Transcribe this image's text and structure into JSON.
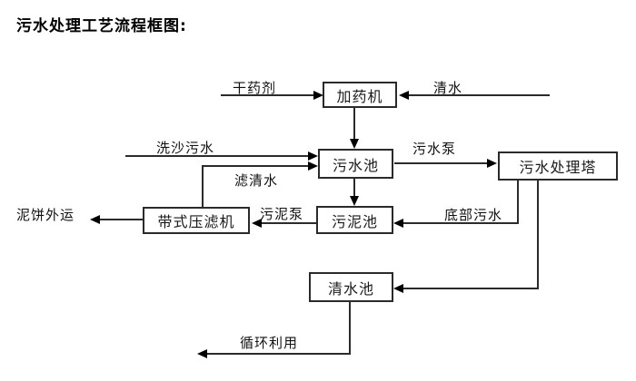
{
  "title": "污水处理工艺流程框图:",
  "nodes": {
    "dosing_machine": "加药机",
    "sewage_pool": "污水池",
    "treatment_tower": "污水处理塔",
    "sludge_pool": "污泥池",
    "belt_filter_press": "带式压滤机",
    "clean_water_pool": "清水池"
  },
  "flow_labels": {
    "dry_agent": "干药剂",
    "clean_water": "清水",
    "sand_washing_sewage": "洗沙污水",
    "filtered_water": "滤清水",
    "sewage_pump": "污水泵",
    "sludge_pump": "污泥泵",
    "bottom_sewage": "底部污水",
    "mud_cake_out": "泥饼外运",
    "recycle_use": "循环利用"
  },
  "colors": {
    "line": "#2b2b2b",
    "box_border": "#2a2a2a",
    "text": "#1a1a1a",
    "background": "#ffffff"
  }
}
